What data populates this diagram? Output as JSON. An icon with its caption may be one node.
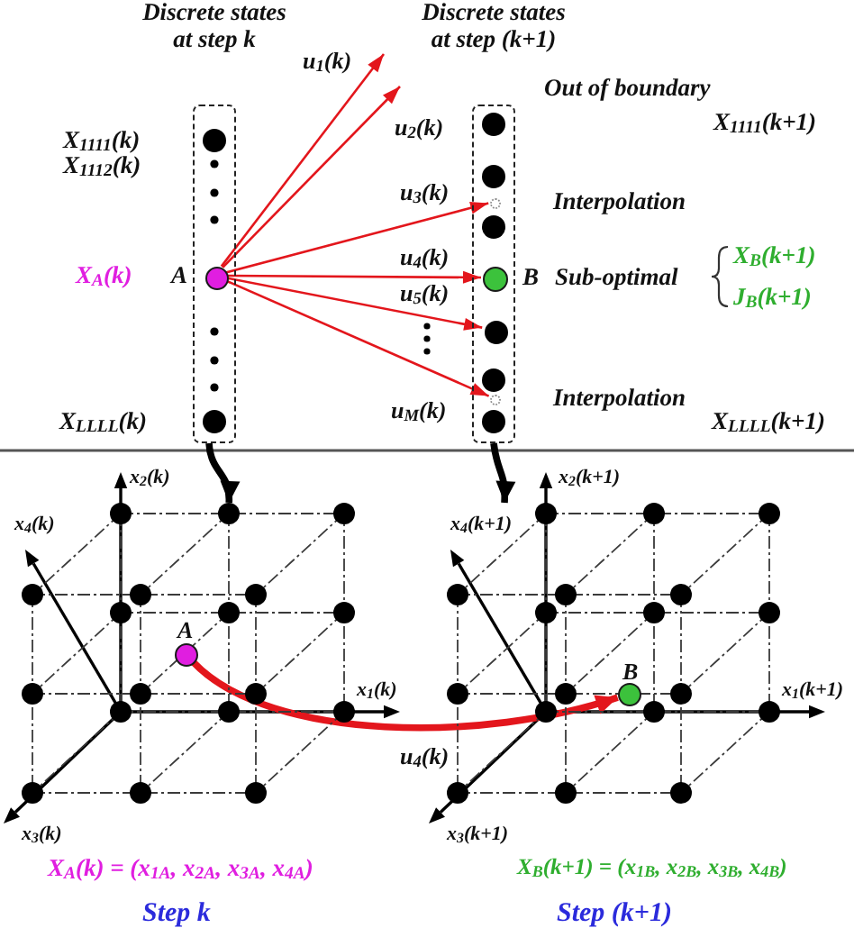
{
  "diagram": {
    "nodes": [
      {
        "text": [],
        "shape": "box"
      },
      {
        "text": [],
        "shape": "circle",
        "in": 0,
        "beside": [
          "X$_{A}$(k)",
          "A"
        ]
      },
      {
        "text": [],
        "shape": "box"
      },
      {
        "text": [],
        "shape": "circle",
        "in": 2
      },
      {
        "text": [],
        "shape": "circle",
        "in": 2,
        "beside": [
          "B"
        ]
      },
      {
        "text": [],
        "shape": "circle",
        "in": 2
      },
      {
        "text": [],
        "shape": "circle",
        "in": 2
      },
      {
        "text": [],
        "shape": "picture",
        "beside": [
          "Step k"
        ]
      },
      {
        "text": [],
        "shape": "circle",
        "in": 7,
        "beside": [
          "A"
        ]
      },
      {
        "text": [],
        "shape": "picture",
        "beside": [
          "Step (k+1)"
        ]
      },
      {
        "text": [],
        "shape": "circle",
        "in": 9,
        "beside": [
          "B"
        ]
      }
    ],
    "edges": [
      {
        "from": 1,
        "to": null,
        "arrow": "to",
        "label": "u$_{1}$(k)"
      },
      {
        "from": 1,
        "to": null,
        "arrow": "to",
        "label": "u$_{2}$(k)"
      },
      {
        "from": 1,
        "to": 3,
        "arrow": "to",
        "label": "u$_{3}$(k)"
      },
      {
        "from": 1,
        "to": 4,
        "arrow": "to",
        "label": "u$_{4}$(k)"
      },
      {
        "from": 1,
        "to": 5,
        "arrow": "to",
        "label": "u$_{5}$(k)"
      },
      {
        "from": 1,
        "to": 6,
        "arrow": "to",
        "label": "u$_{M}$(k)"
      },
      {
        "from": 0,
        "to": 7,
        "arrow": "to",
        "style": "thick",
        "color": "#000000"
      },
      {
        "from": 2,
        "to": 9,
        "arrow": "to",
        "style": "thick",
        "color": "#000000"
      },
      {
        "from": 8,
        "to": 10,
        "arrow": "to",
        "label": "u$_{4}$(k)",
        "style": "thick"
      }
    ],
    "labels": [
      "Discrete states at step k",
      "Discrete states at step (k+1)",
      "Out of boundary",
      "X$_{1111}$(k)",
      "X$_{1111}$(k+1)",
      "X$_{1112}$(k)",
      "Interpolation",
      "Sub-optimal",
      "X$_{B}$(k+1)",
      "J$_{B}$(k+1)",
      "Interpolation",
      "X$_{LLLL}$(k)",
      "X$_{LLLL}$(k+1)",
      "x$_{2}$(k)",
      "x$_{2}$(k+1)",
      "x$_{4}$(k)",
      "x$_{4}$(k+1)",
      "x$_{1}$(k)",
      "x$_{1}$(k+1)",
      "x$_{3}$(k)",
      "x$_{3}$(k+1)",
      "X$_{A}$(k) = (x$_{1A}$, x$_{2A}$, x$_{3A}$, x$_{4A}$)",
      "X$_{B}$(k+1) = (x$_{1B}$, x$_{2B}$, x$_{3B}$, x$_{4B}$)"
    ]
  }
}
